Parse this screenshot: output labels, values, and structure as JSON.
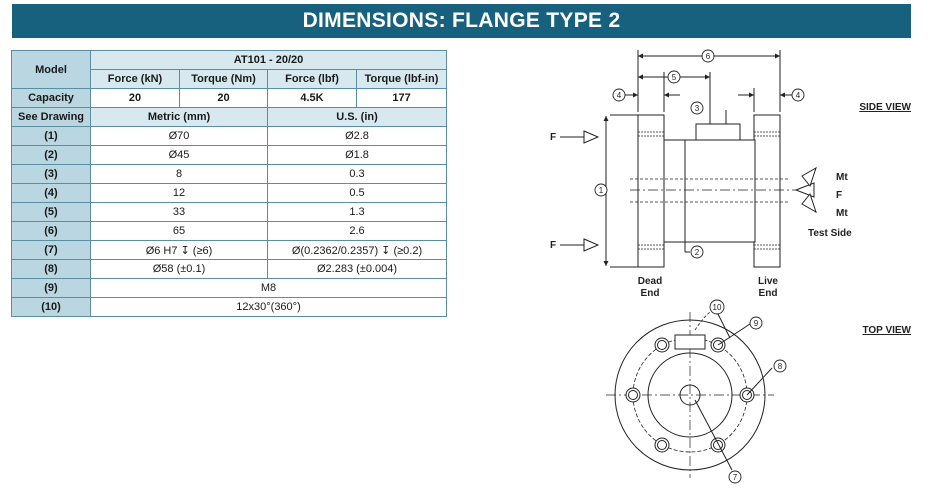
{
  "title": "DIMENSIONS: FLANGE TYPE 2",
  "table": {
    "model_label": "Model",
    "model_value": "AT101 - 20/20",
    "columns": [
      "Force (kN)",
      "Torque (Nm)",
      "Force (lbf)",
      "Torque (lbf-in)"
    ],
    "capacity_label": "Capacity",
    "capacity": [
      "20",
      "20",
      "4.5K",
      "177"
    ],
    "see_drawing_label": "See Drawing",
    "metric_label": "Metric (mm)",
    "us_label": "U.S. (in)",
    "rows": [
      {
        "ref": "(1)",
        "metric": "Ø70",
        "us": "Ø2.8"
      },
      {
        "ref": "(2)",
        "metric": "Ø45",
        "us": "Ø1.8"
      },
      {
        "ref": "(3)",
        "metric": "8",
        "us": "0.3"
      },
      {
        "ref": "(4)",
        "metric": "12",
        "us": "0.5"
      },
      {
        "ref": "(5)",
        "metric": "33",
        "us": "1.3"
      },
      {
        "ref": "(6)",
        "metric": "65",
        "us": "2.6"
      },
      {
        "ref": "(7)",
        "metric": "Ø6 H7 ↧ (≥6)",
        "us": "Ø(0.2362/0.2357) ↧ (≥0.2)"
      },
      {
        "ref": "(8)",
        "metric": "Ø58 (±0.1)",
        "us": "Ø2.283 (±0.004)"
      }
    ],
    "merged_rows": [
      {
        "ref": "(9)",
        "value": "M8"
      },
      {
        "ref": "(10)",
        "value": "12x30°(360°)"
      }
    ]
  },
  "drawing": {
    "side_view_label": "SIDE VIEW",
    "top_view_label": "TOP VIEW",
    "force_label": "F",
    "moment_label": "Mt",
    "test_side_label": "Test Side",
    "dead_end_label": [
      "Dead",
      "End"
    ],
    "live_end_label": [
      "Live",
      "End"
    ],
    "callouts": [
      "1",
      "2",
      "3",
      "4",
      "5",
      "6",
      "7",
      "8",
      "9",
      "10"
    ]
  },
  "colors": {
    "banner": "#17617e",
    "label_cell": "#b9d6e1",
    "header_cell": "#d7e8ef",
    "border": "#5a8ea3"
  }
}
